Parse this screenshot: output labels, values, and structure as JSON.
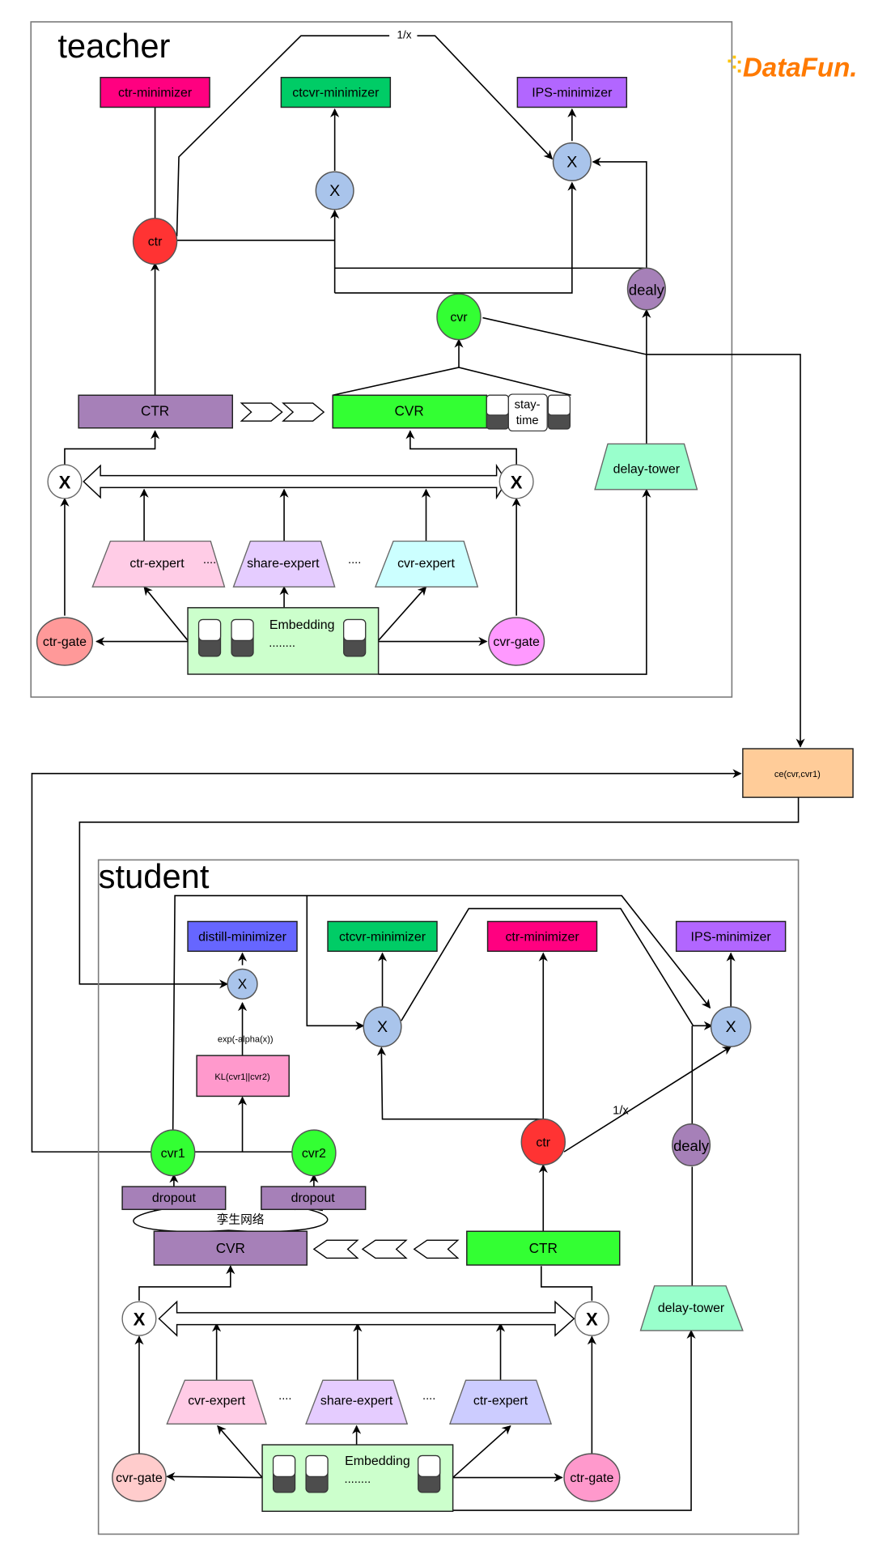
{
  "logo": {
    "text": "DataFun.",
    "colors": [
      "#ffc400",
      "#ff6a00",
      "#e8231a"
    ]
  },
  "teacher": {
    "title": "teacher",
    "ctr_minimizer": "ctr-minimizer",
    "ctcvr_minimizer": "ctcvr-minimizer",
    "ips_minimizer": "IPS-minimizer",
    "inverse_label": "1/x",
    "multiply_symbol": "X",
    "ctr_node": "ctr",
    "cvr_node": "cvr",
    "delay_node": "dealy",
    "ctr_tower": "CTR",
    "cvr_tower": "CVR",
    "stay_time": [
      "stay-",
      "time"
    ],
    "delay_tower": "delay-tower",
    "gate_symbol": "X",
    "experts": [
      "ctr-expert",
      "share-expert",
      "cvr-expert"
    ],
    "ellipsis": "....",
    "embedding": "Embedding",
    "embedding_dots": "........",
    "ctr_gate": "ctr-gate",
    "cvr_gate": "cvr-gate"
  },
  "ce_box": "ce(cvr,cvr1)",
  "student": {
    "title": "student",
    "distill_minimizer": "distill-minimizer",
    "ctcvr_minimizer": "ctcvr-minimizer",
    "ctr_minimizer": "ctr-minimizer",
    "ips_minimizer": "IPS-minimizer",
    "multiply_symbol": "X",
    "exp_label": "exp(-alpha(x))",
    "kl_box": "KL(cvr1||cvr2)",
    "inverse_label": "1/x",
    "cvr1_node": "cvr1",
    "cvr2_node": "cvr2",
    "ctr_node": "ctr",
    "delay_node": "dealy",
    "dropout": "dropout",
    "siamese_label": "孪生网络",
    "cvr_tower": "CVR",
    "ctr_tower": "CTR",
    "delay_tower": "delay-tower",
    "gate_symbol": "X",
    "experts": [
      "cvr-expert",
      "share-expert",
      "ctr-expert"
    ],
    "ellipsis": "....",
    "embedding": "Embedding",
    "embedding_dots": "........",
    "cvr_gate": "cvr-gate",
    "ctr_gate": "ctr-gate"
  },
  "colors": {
    "ctr_minimizer": "#ff0080",
    "ctcvr_minimizer": "#00cc66",
    "ips_minimizer": "#b266ff",
    "distill_minimizer": "#6666ff",
    "multiply": "#a9c4eb",
    "ctr_node": "#ff3333",
    "cvr_node": "#33ff33",
    "delay_node": "#a680b8",
    "purple_tower": "#a680b8",
    "green_tower": "#33ff33",
    "delay_tower": "#99ffcc",
    "ctr_expert": "#ffcce6",
    "share_expert": "#e5ccff",
    "cvr_expert": "#ccffff",
    "student_ctr_expert": "#ccccff",
    "embedding": "#ccffcc",
    "teacher_ctr_gate": "#ff9999",
    "teacher_cvr_gate": "#ff99ff",
    "student_cvr_gate": "#ffcccc",
    "student_ctr_gate": "#ff99cc",
    "kl_box": "#ff99cc",
    "ce_box": "#ffcc99"
  }
}
